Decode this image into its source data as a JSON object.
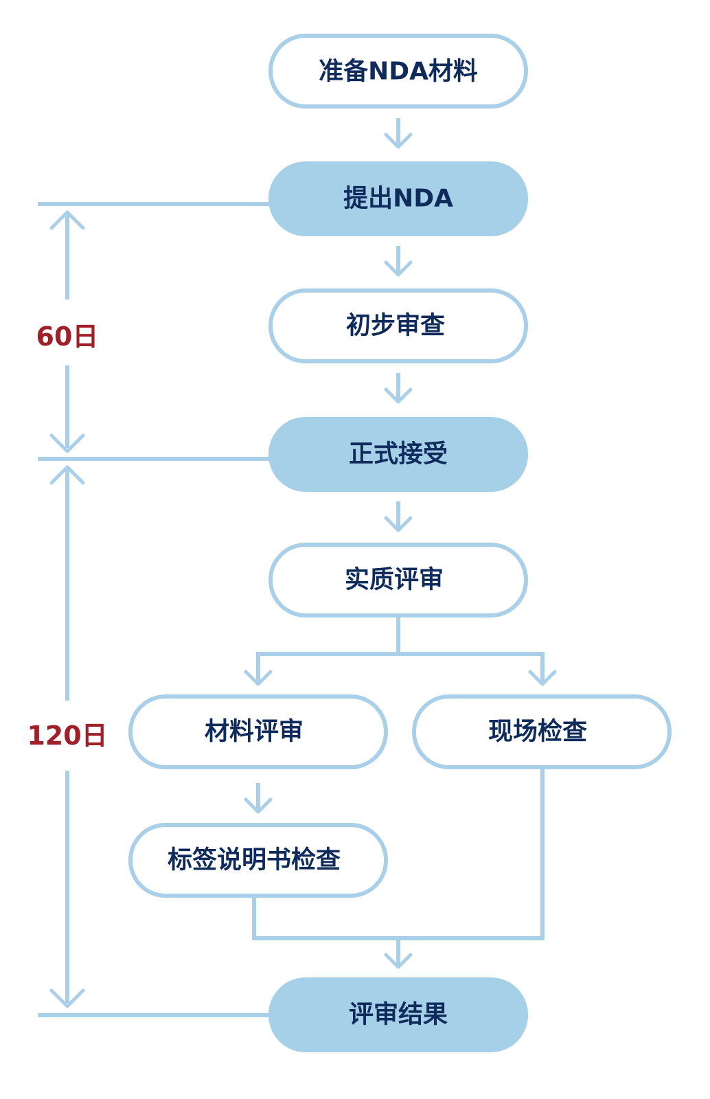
{
  "nodes": {
    "prepare_nda": "准备NDA材料",
    "submit_nda": "提出NDA",
    "initial_review": "初步审查",
    "formal_acceptance": "正式接受",
    "substantive_review": "实质评审",
    "material_review": "材料评审",
    "site_inspection": "现场检查",
    "label_check": "标签说明书检查",
    "review_result": "评审结果"
  },
  "timeline": {
    "phase1_days": "60日",
    "phase2_days": "120日"
  },
  "colors": {
    "line": "#a9d0e8",
    "filled_node": "#a6cfe8",
    "node_text": "#0f2b5b",
    "duration_text": "#a0202a"
  }
}
